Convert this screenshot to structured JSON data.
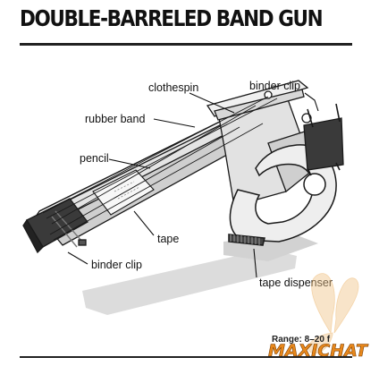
{
  "title": "DOUBLE-BARRELED BAND GUN",
  "labels": {
    "clothespin": "clothespin",
    "binder_clip_top": "binder clip",
    "rubber_band": "rubber band",
    "pencil": "pencil",
    "tape": "tape",
    "binder_clip_bottom": "binder clip",
    "tape_dispenser": "tape dispenser"
  },
  "range_text": "Range: 8–20 f",
  "watermark": "MAXICHAT",
  "colors": {
    "outline": "#1a1a1a",
    "shadow": "#d9d9d9",
    "dispenser": "#ebebeb",
    "clip": "#3a3a3a",
    "watermark_orange": "#e8881c"
  }
}
